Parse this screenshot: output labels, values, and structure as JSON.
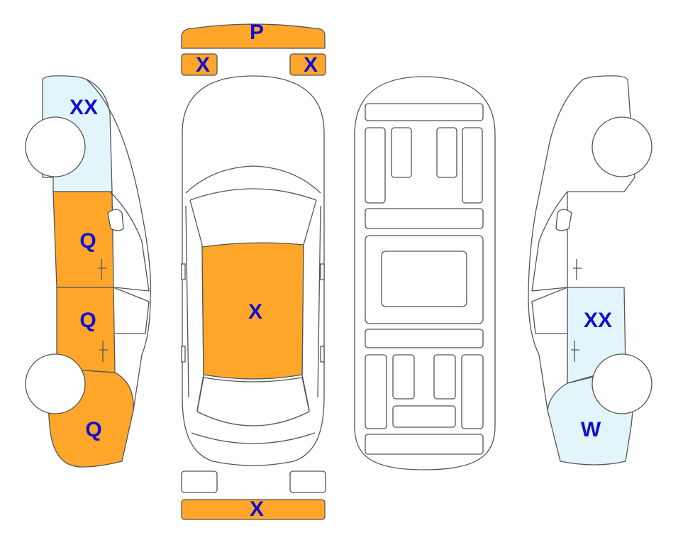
{
  "colors": {
    "damage_orange": "#FFA62B",
    "light_blue": "#E2F5FA",
    "label_blue": "#1010CC",
    "outline": "#555555"
  },
  "labels": {
    "rear_bumper": "P",
    "rear_left_small": "X",
    "rear_right_small": "X",
    "roof": "X",
    "front_bumper": "X",
    "left_rear_quarter": "XX",
    "left_rear_door": "Q",
    "left_front_door": "Q",
    "left_front_fender": "Q",
    "right_front_door": "XX",
    "right_front_fender": "W"
  }
}
